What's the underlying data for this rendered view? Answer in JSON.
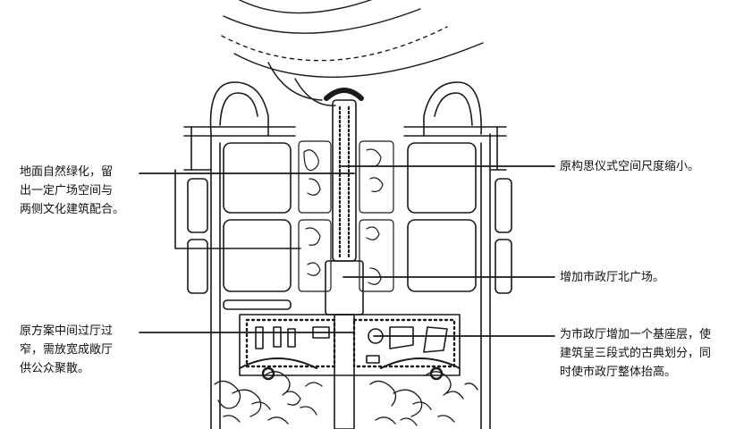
{
  "annotations": {
    "left_top": [
      "地面自然绿化，留",
      "出一定广场空间与",
      "两侧文化建筑配合。"
    ],
    "left_bottom": [
      "原方案中间过厅过",
      "窄，需放宽成敞厅",
      "供公众聚散。"
    ],
    "right_top": [
      "原构思仪式空间尺度缩小。"
    ],
    "right_middle": [
      "增加市政厅北广场。"
    ],
    "right_bottom": [
      "为市政厅增加一个基座层，使",
      "建筑呈三段式的古典划分，同",
      "时使市政厅整体抬高。"
    ]
  },
  "colors": {
    "ink": "#111111",
    "paper": "#ffffff"
  }
}
